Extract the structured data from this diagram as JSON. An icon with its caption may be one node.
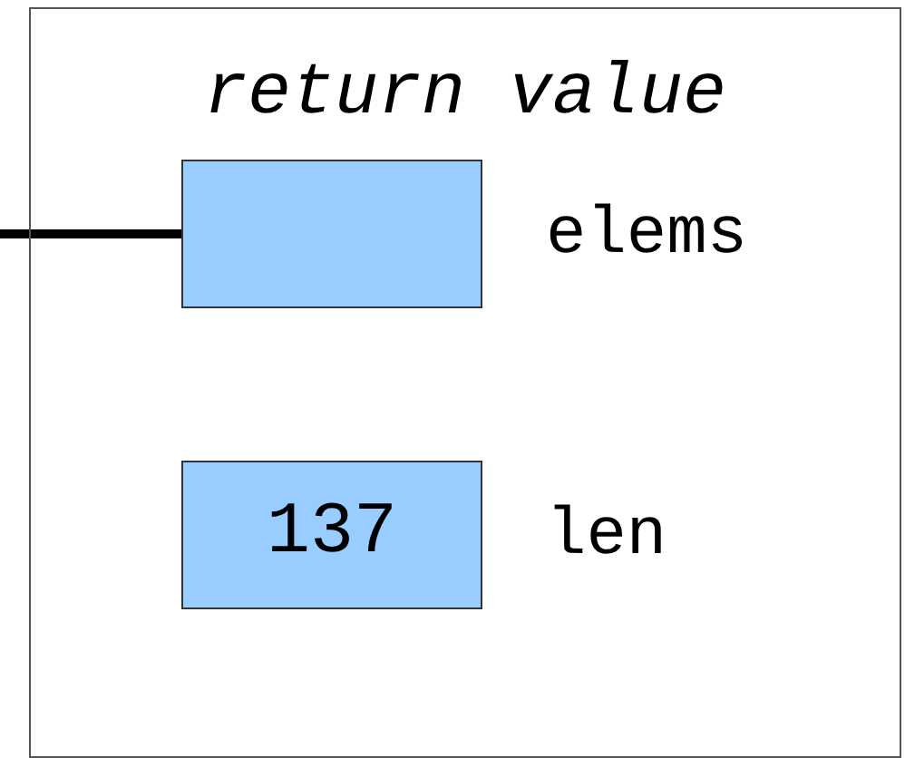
{
  "diagram": {
    "nodes": [
      {
        "text": [
          "return value"
        ]
      },
      {
        "text": [],
        "shape": "box",
        "in": 0,
        "beside": [
          "elems"
        ]
      },
      {
        "text": [
          "137"
        ],
        "in": 0,
        "beside": [
          "len"
        ]
      }
    ],
    "edges": [
      {
        "from": null,
        "to": 1,
        "arrow": "none"
      }
    ]
  }
}
